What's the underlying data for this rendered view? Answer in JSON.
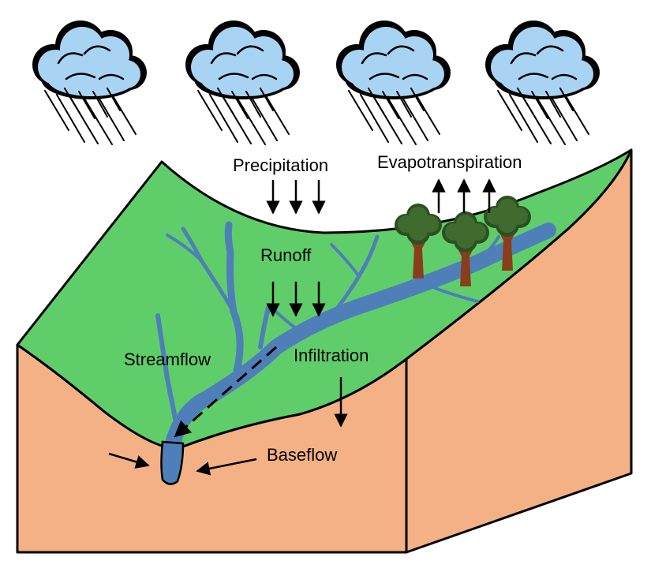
{
  "labels": {
    "precipitation": "Precipitation",
    "evapotranspiration": "Evapotranspiration",
    "runoff": "Runoff",
    "streamflow": "Streamflow",
    "infiltration": "Infiltration",
    "baseflow": "Baseflow"
  },
  "colors": {
    "land_surface": "#5fce6a",
    "soil": "#f3b185",
    "stream": "#4f7fb8",
    "cloud": "#a9d3f2",
    "tree_crown": "#3f6b2f",
    "tree_trunk": "#8a3d1a",
    "outline": "#000000"
  },
  "icons": {
    "cloud": "rain-cloud-icon",
    "tree": "tree-icon",
    "arrow": "arrow-icon"
  }
}
